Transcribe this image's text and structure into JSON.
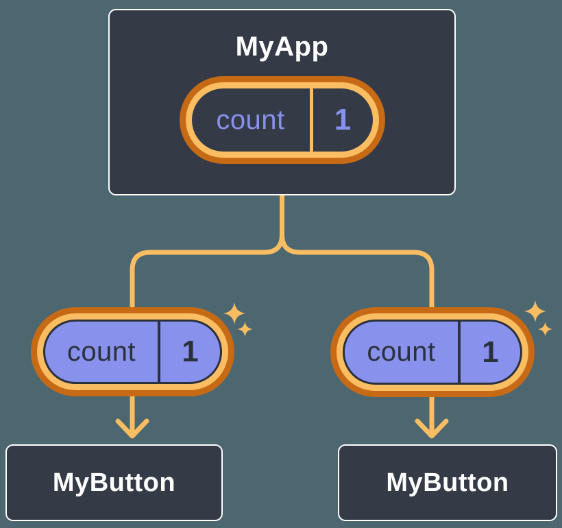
{
  "colors": {
    "background": "#4D6770",
    "card_bg": "#343B47",
    "card_border": "#FFFFFF",
    "title_text": "#FFFFFF",
    "orange_dark": "#C76A15",
    "orange_light": "#FABD62",
    "purple_fill": "#8891EC",
    "purple_text": "#8891EC",
    "dark_ink": "#2B313B"
  },
  "icons": {
    "sparkle": "✦",
    "arrow_down": "↓"
  },
  "diagram": {
    "root": {
      "title": "MyApp",
      "state_pill": {
        "label": "count",
        "value": "1"
      }
    },
    "children": [
      {
        "prop_pill": {
          "label": "count",
          "value": "1"
        },
        "node_title": "MyButton"
      },
      {
        "prop_pill": {
          "label": "count",
          "value": "1"
        },
        "node_title": "MyButton"
      }
    ]
  }
}
